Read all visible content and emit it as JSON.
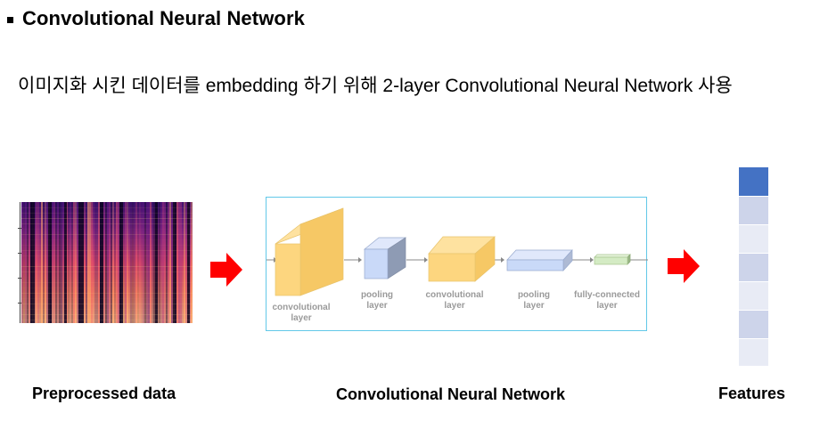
{
  "header": {
    "title": "Convolutional Neural Network",
    "subtitle": "이미지화 시킨 데이터를 embedding 하기 위해 2-layer Convolutional Neural Network 사용"
  },
  "captions": {
    "input": "Preprocessed data",
    "model": "Convolutional Neural Network",
    "output": "Features"
  },
  "cnn_layers": [
    {
      "line1": "convolutional",
      "line2": "layer"
    },
    {
      "line1": "pooling",
      "line2": "layer"
    },
    {
      "line1": "convolutional",
      "line2": "layer"
    },
    {
      "line1": "pooling",
      "line2": "layer"
    },
    {
      "line1": "fully-connected",
      "line2": "layer"
    }
  ],
  "colors": {
    "arrow_red": "#ff0000",
    "frame_border": "#62c8e8",
    "conv_front": "#fdd67f",
    "pool_front": "#c9d9f8",
    "fc_front": "#d4ebc4",
    "feature_highlight": "#4472c4",
    "feature_light": "#cdd4ea",
    "feature_lighter": "#e8ebf5"
  },
  "icons": {
    "input_image": "spectrogram-image",
    "flow_arrows": "red-right-arrow-icon"
  }
}
